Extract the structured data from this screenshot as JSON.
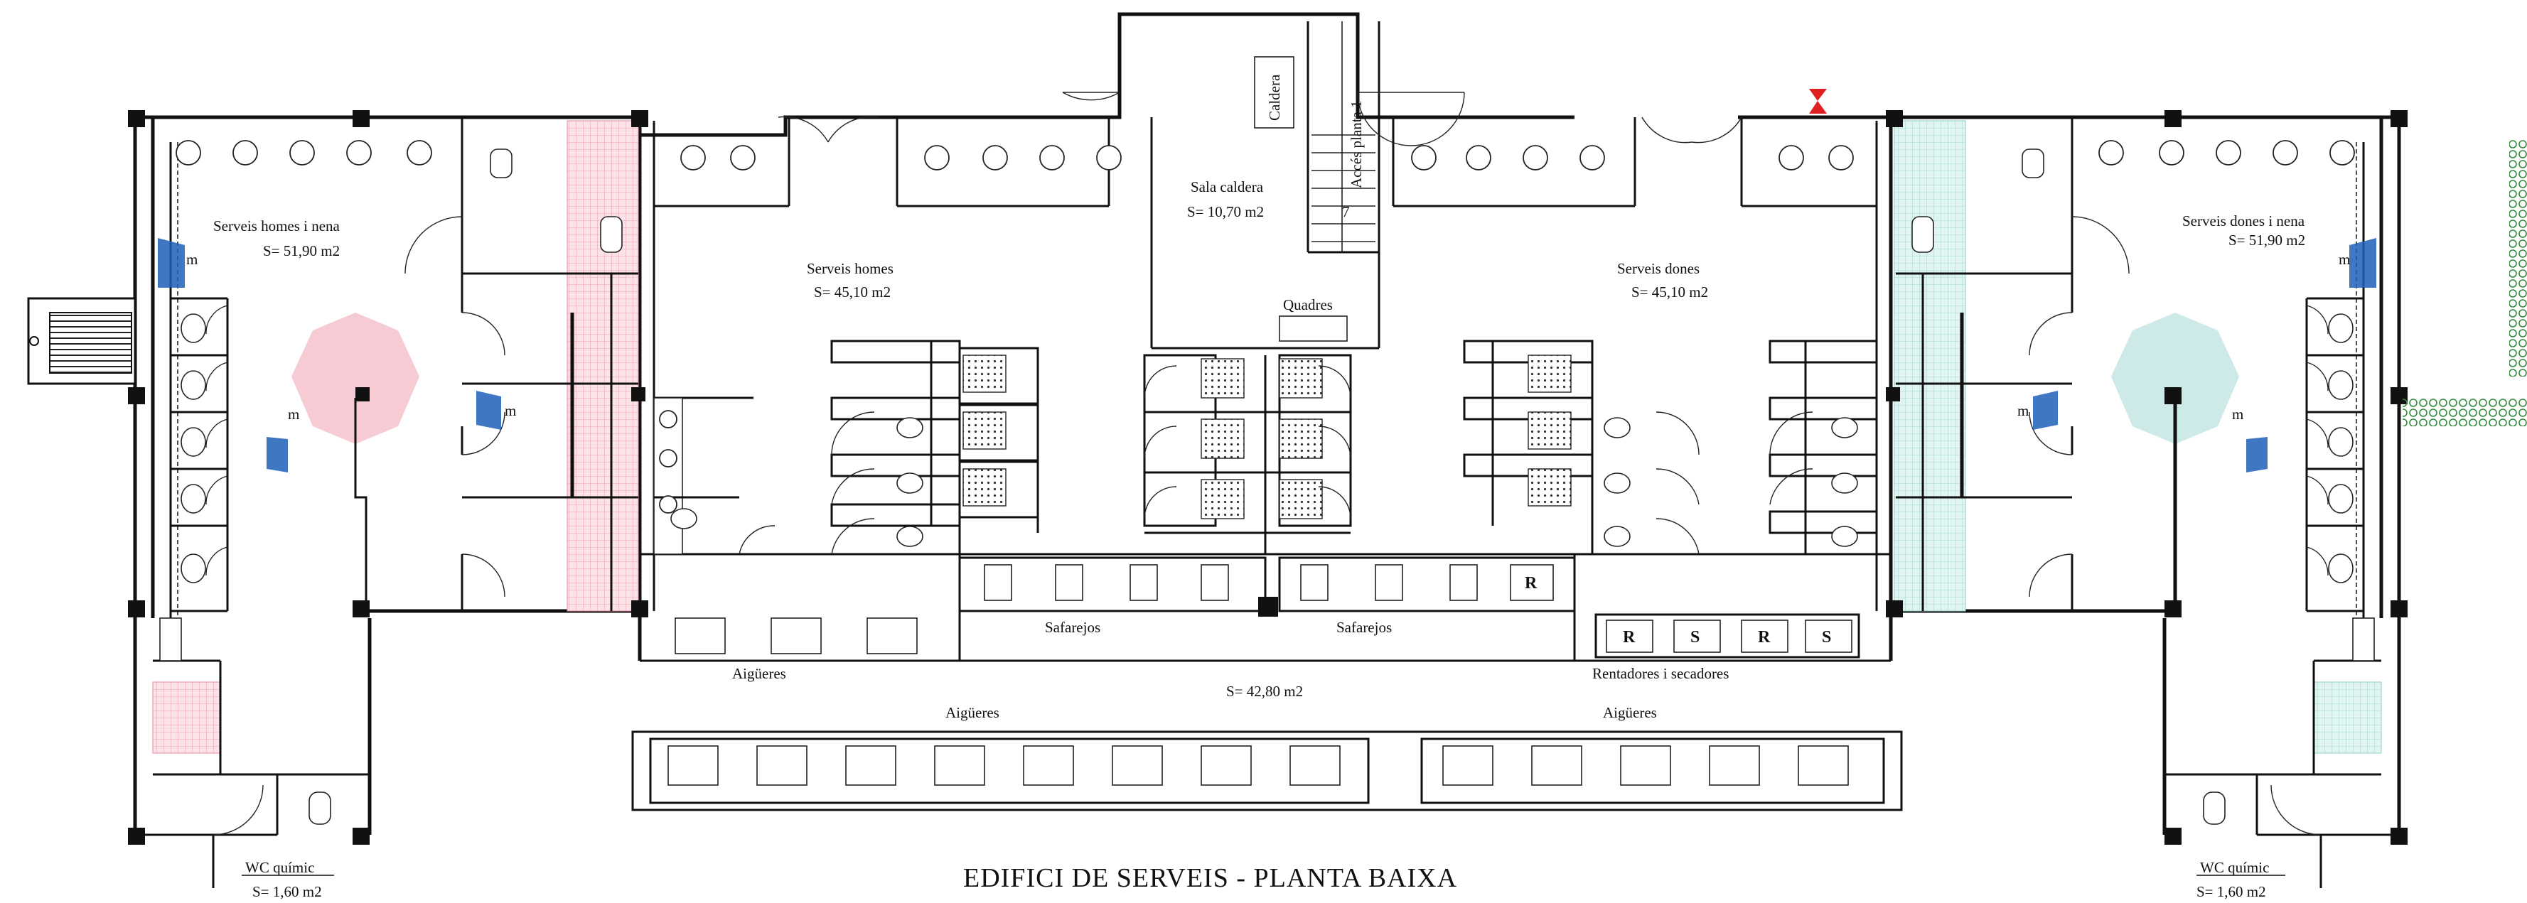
{
  "title": "EDIFICI DE SERVEIS - PLANTA BAIXA",
  "rooms": {
    "left_family": {
      "name": "Serveis homes i nena",
      "area": "S= 51,90 m2"
    },
    "men": {
      "name": "Serveis homes",
      "area": "S= 45,10 m2"
    },
    "boiler": {
      "name": "Sala caldera",
      "area": "S= 10,70 m2"
    },
    "women": {
      "name": "Serveis dones",
      "area": "S= 45,10 m2"
    },
    "right_family": {
      "name": "Serveis dones i nena",
      "area": "S= 51,90 m2"
    },
    "outdoor": {
      "area": "S= 42,80 m2"
    },
    "left_wc": {
      "name": "WC químic",
      "area": "S= 1,60 m2"
    },
    "right_wc": {
      "name": "WC químic",
      "area": "S= 1,60 m2"
    }
  },
  "labels": {
    "caldera": "Caldera",
    "stair": "Accés planta 1",
    "stair_step": "7",
    "quadres": "Quadres",
    "safarejos_left": "Safarejos",
    "safarejos_right": "Safarejos",
    "aiguers_left_small": "Aigüeres",
    "aiguers_long_left": "Aigüeres",
    "aiguers_long_right": "Aigüeres",
    "rentadores": "Rentadores i secadores",
    "symbol_m": "m",
    "box_r": "R",
    "box_s": "S"
  },
  "colors": {
    "men_hatch": "#f2a3b3",
    "women_hatch": "#9fd8cc",
    "men_circle": "#f4c2cb",
    "women_circle": "#c6e6e4",
    "accent_blue": "#1f5fb8",
    "marker_red": "#e02020",
    "hedge_green": "#2f8a3a"
  }
}
